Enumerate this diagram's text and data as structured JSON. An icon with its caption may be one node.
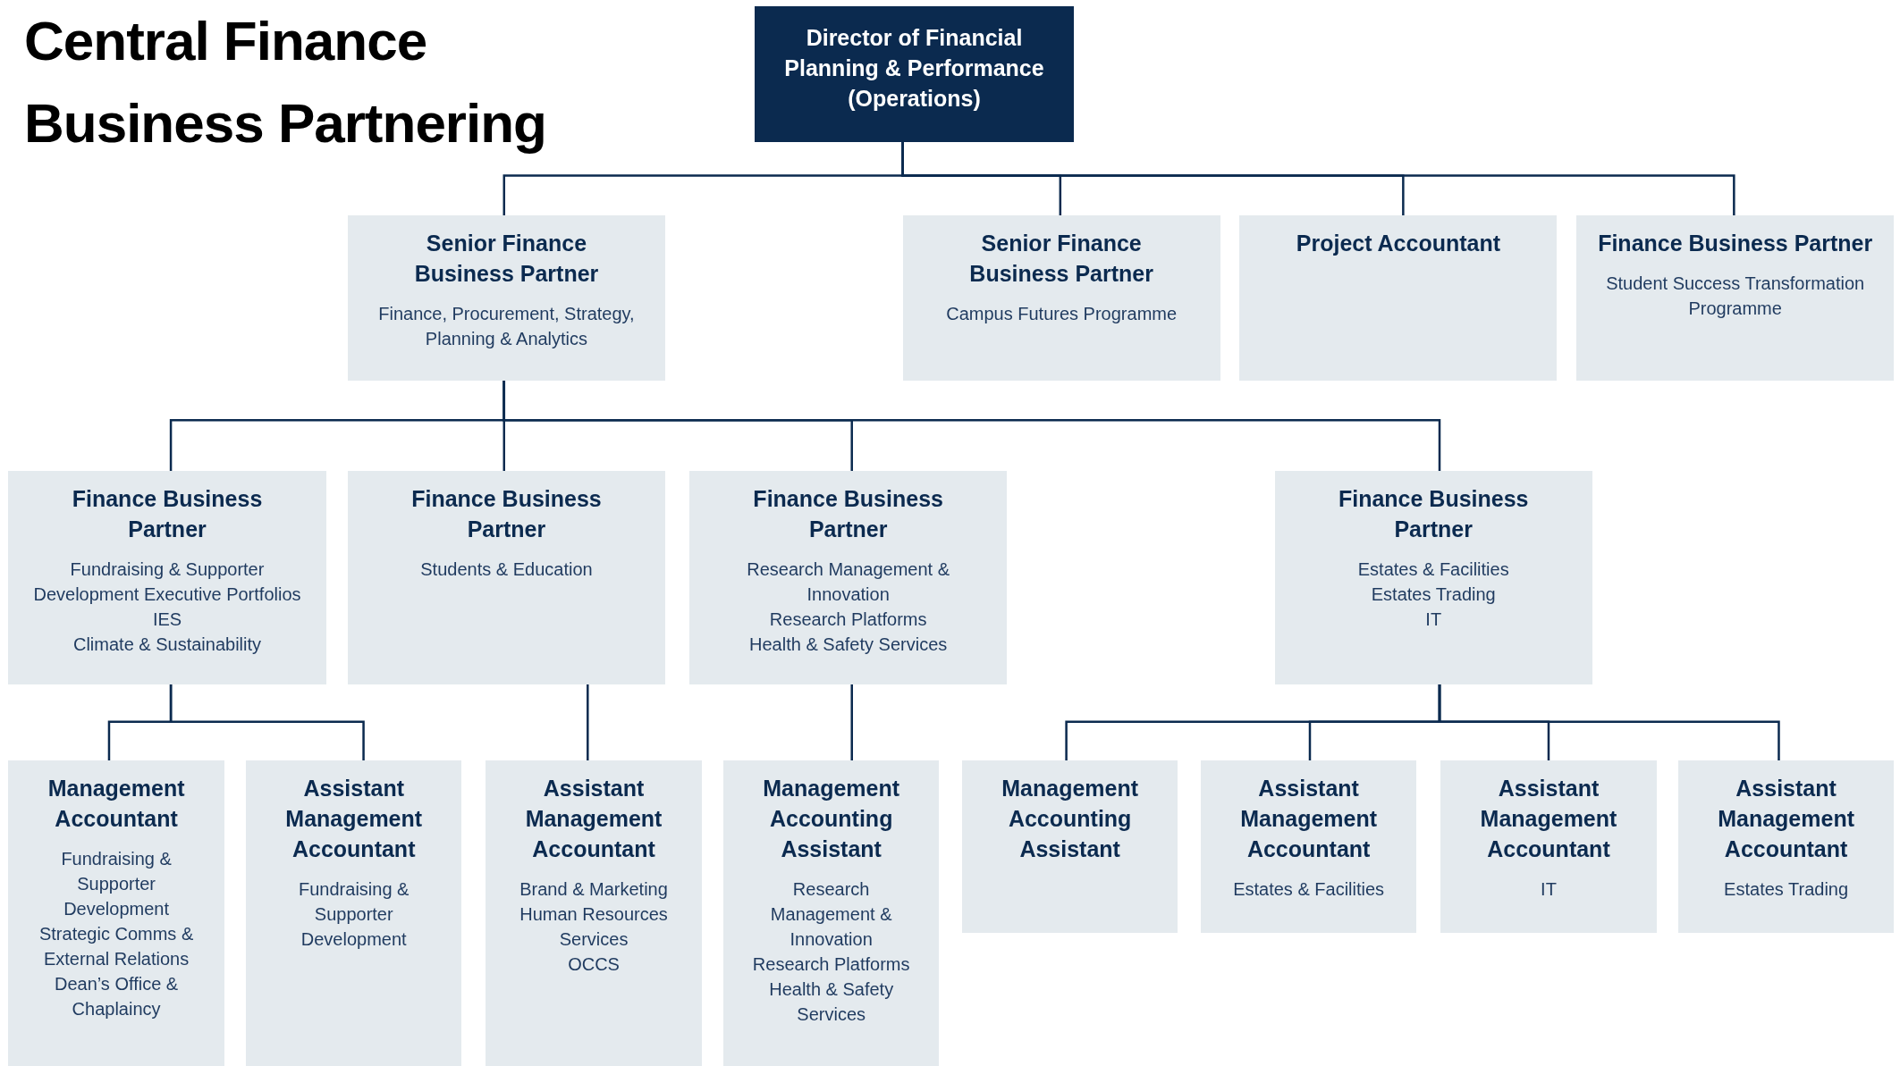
{
  "diagram": {
    "title": "Central Finance Business Partnering",
    "nodes": [
      {
        "text": [
          "Director of Financial Planning & Performance (Operations)"
        ]
      },
      {
        "text": [
          "Senior Finance Business Partner",
          "Finance, Procurement, Strategy, Planning & Analytics"
        ]
      },
      {
        "text": [
          "Senior Finance Business Partner",
          "Campus Futures Programme"
        ]
      },
      {
        "text": [
          "Project Accountant"
        ]
      },
      {
        "text": [
          "Finance Business Partner",
          "Student Success Transformation Programme"
        ]
      },
      {
        "text": [
          "Finance Business Partner",
          "Fundraising & Supporter Development Executive Portfolios",
          "IES",
          "Climate & Sustainability"
        ]
      },
      {
        "text": [
          "Finance Business Partner",
          "Students & Education"
        ]
      },
      {
        "text": [
          "Finance Business Partner",
          "Research Management & Innovation",
          "Research Platforms",
          "Health & Safety Services"
        ]
      },
      {
        "text": [
          "Finance Business Partner",
          "Estates & Facilities",
          "Estates Trading",
          "IT"
        ]
      },
      {
        "text": [
          "Management Accountant",
          "Fundraising & Supporter Development",
          "Strategic Comms & External Relations",
          "Dean’s Office & Chaplaincy"
        ]
      },
      {
        "text": [
          "Assistant Management Accountant",
          "Fundraising & Supporter Development"
        ]
      },
      {
        "text": [
          "Assistant Management Accountant",
          "Brand & Marketing",
          "Human Resources Services",
          "OCCS"
        ]
      },
      {
        "text": [
          "Management Accounting Assistant",
          "Research Management & Innovation",
          "Research Platforms",
          "Health & Safety Services"
        ]
      },
      {
        "text": [
          "Management Accounting Assistant"
        ]
      },
      {
        "text": [
          "Assistant Management Accountant",
          "Estates & Facilities"
        ]
      },
      {
        "text": [
          "Assistant Management Accountant",
          "IT"
        ]
      },
      {
        "text": [
          "Assistant Management Accountant",
          "Estates Trading"
        ]
      }
    ],
    "edges": [
      {
        "from": 0,
        "to": 1,
        "arrow": "none"
      },
      {
        "from": 0,
        "to": 2,
        "arrow": "none"
      },
      {
        "from": 0,
        "to": 3,
        "arrow": "none"
      },
      {
        "from": 0,
        "to": 4,
        "arrow": "none"
      },
      {
        "from": 1,
        "to": 5,
        "arrow": "none"
      },
      {
        "from": 1,
        "to": 6,
        "arrow": "none"
      },
      {
        "from": 1,
        "to": 7,
        "arrow": "none"
      },
      {
        "from": 1,
        "to": 8,
        "arrow": "none"
      },
      {
        "from": 5,
        "to": 9,
        "arrow": "none"
      },
      {
        "from": 5,
        "to": 10,
        "arrow": "none"
      },
      {
        "from": 6,
        "to": 11,
        "arrow": "none"
      },
      {
        "from": 7,
        "to": 12,
        "arrow": "none"
      },
      {
        "from": 8,
        "to": 13,
        "arrow": "none"
      },
      {
        "from": 8,
        "to": 14,
        "arrow": "none"
      },
      {
        "from": 8,
        "to": 15,
        "arrow": "none"
      },
      {
        "from": 8,
        "to": 16,
        "arrow": "none"
      }
    ]
  }
}
